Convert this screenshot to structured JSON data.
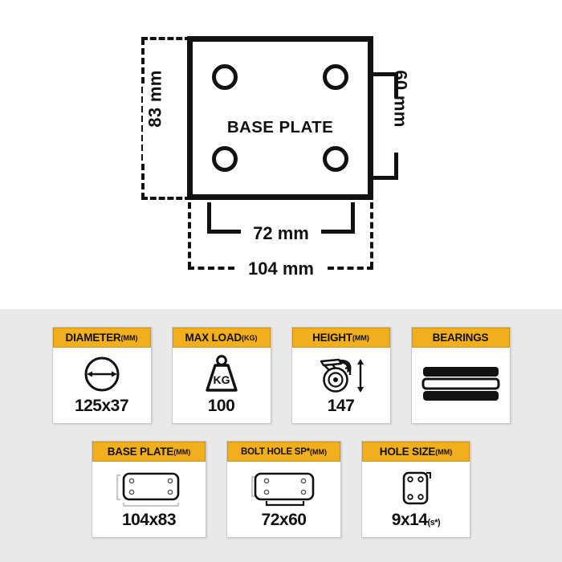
{
  "diagram": {
    "plate_label": "BASE PLATE",
    "dim_height": "83 mm",
    "dim_bolt_height": "60 mm",
    "dim_bolt_width": "72 mm",
    "dim_width": "104 mm",
    "bolt_hole_count": 4,
    "line_color": "#111111",
    "background": "#ffffff"
  },
  "specs": {
    "panel_background": "#e9e9e9",
    "header_color": "#f2af1d",
    "row_top": [
      {
        "title": "DIAMETER",
        "unit": "(MM)",
        "value": "125x37",
        "value_sub": "",
        "icon": "circle-diameter-arrow-icon"
      },
      {
        "title": "MAX LOAD",
        "unit": "(KG)",
        "value": "100",
        "value_sub": "",
        "icon": "weight-kg-icon",
        "icon_text": "KG"
      },
      {
        "title": "HEIGHT",
        "unit": "(MM)",
        "value": "147",
        "value_sub": "",
        "icon": "swivel-caster-height-icon"
      },
      {
        "title": "BEARINGS",
        "unit": "",
        "value": "",
        "value_sub": "",
        "icon": "bearing-stack-icon"
      }
    ],
    "row_bottom": [
      {
        "title": "BASE PLATE",
        "unit": "(MM)",
        "value": "104x83",
        "value_sub": "",
        "icon": "base-plate-outline-icon"
      },
      {
        "title": "BOLT HOLE SP*",
        "unit": "(MM)",
        "value": "72x60",
        "value_sub": "",
        "icon": "bolt-hole-spacing-icon"
      },
      {
        "title": "HOLE SIZE",
        "unit": "(MM)",
        "value": "9x14",
        "value_sub": "(s*)",
        "icon": "hole-size-plate-icon"
      }
    ]
  }
}
